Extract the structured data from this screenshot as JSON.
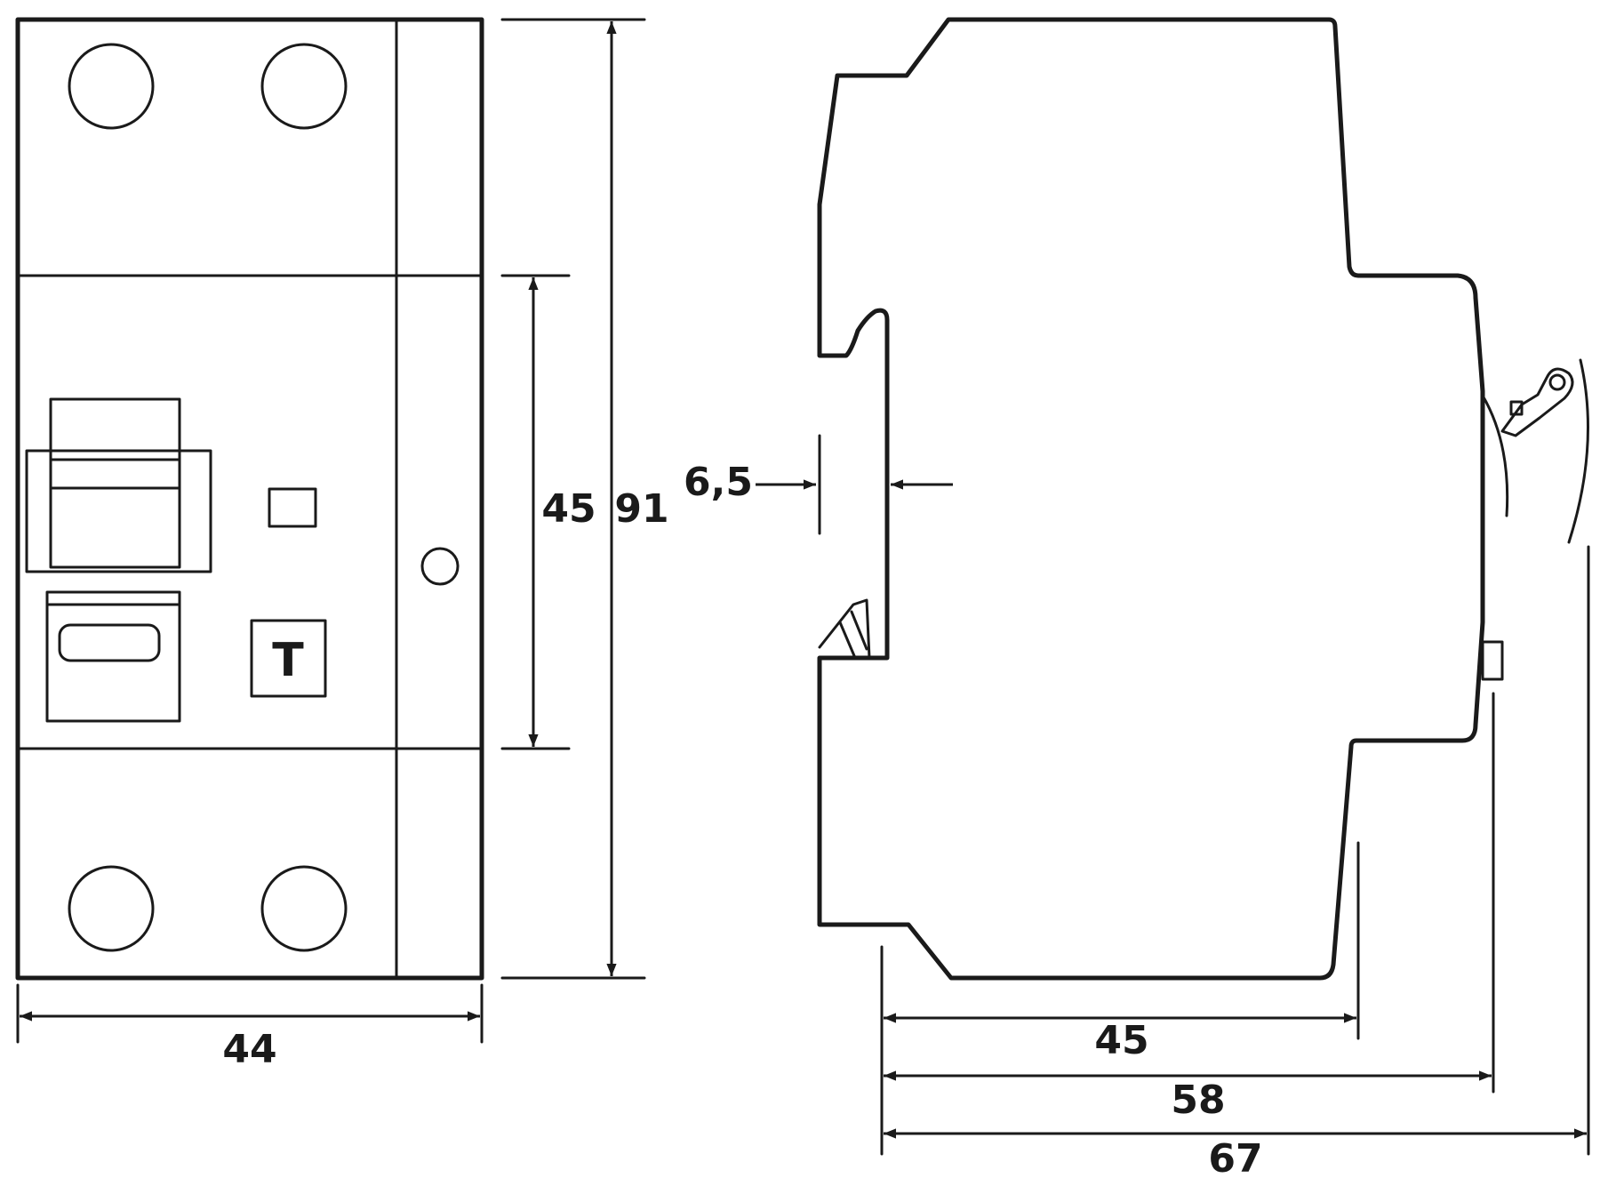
{
  "front_view": {
    "width_label": "44",
    "module_height_label": "45",
    "total_height_label": "91",
    "test_button_symbol": "T"
  },
  "side_view": {
    "rail_clip_label": "6,5",
    "depth_body_label": "45",
    "depth_lever_label": "58",
    "depth_total_label": "67"
  },
  "colors": {
    "line": "#1a1a1a",
    "background": "#ffffff"
  }
}
